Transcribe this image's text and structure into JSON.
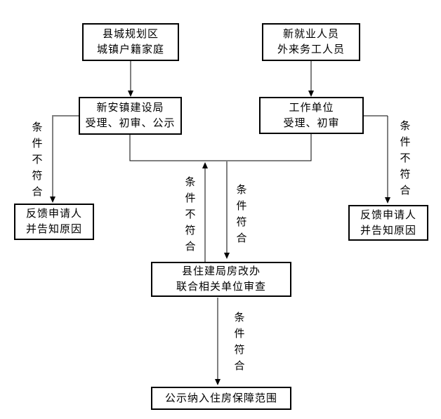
{
  "diagram": {
    "boxes": {
      "top_left": {
        "line1": "县城规划区",
        "line2": "城镇户籍家庭"
      },
      "top_right": {
        "line1": "新就业人员",
        "line2": "外来务工人员"
      },
      "mid_left": {
        "line1": "新安镇建设局",
        "line2": "受理、初审、公示"
      },
      "mid_right": {
        "line1": "工作单位",
        "line2": "受理、初审"
      },
      "feedback_left": {
        "line1": "反馈申请人",
        "line2": "并告知原因"
      },
      "feedback_right": {
        "line1": "反馈申请人",
        "line2": "并告知原因"
      },
      "center": {
        "line1": "县住建局房改办",
        "line2": "联合相关单位审查"
      },
      "bottom": {
        "line1": "公示纳入住房保障范围"
      }
    },
    "edge_labels": {
      "left_outer_not_match": "条件不符合",
      "right_outer_not_match": "条件不符合",
      "mid_not_match": "条件不符合",
      "mid_match": "条件符合",
      "bottom_match": "条件符合"
    },
    "colors": {
      "line": "#000000",
      "soft_line": "#808080",
      "box_border": "#000000",
      "background": "#ffffff"
    }
  }
}
